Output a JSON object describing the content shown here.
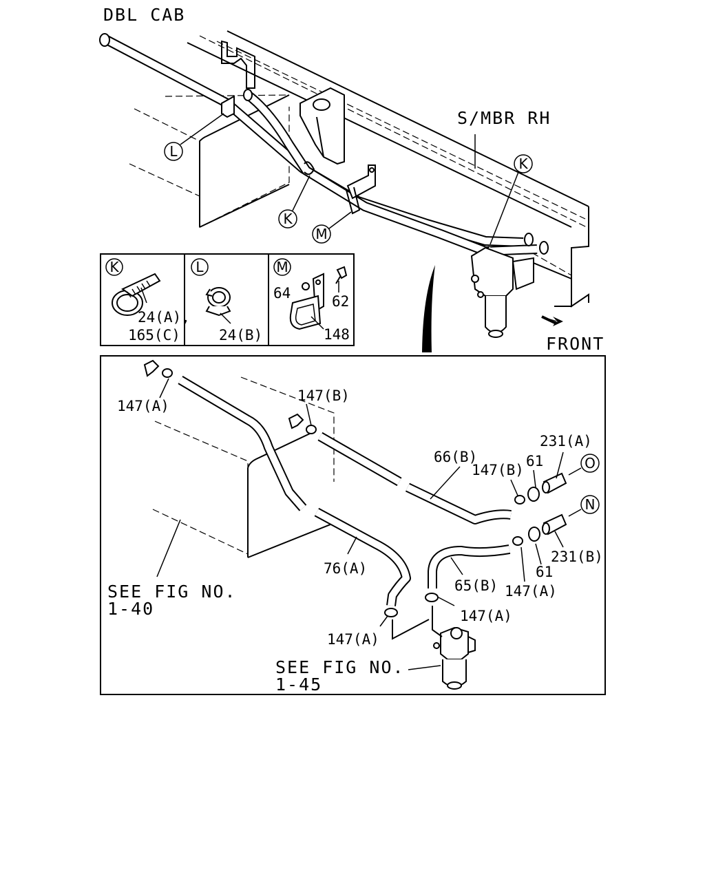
{
  "labels": {
    "dbl_cab": "DBL CAB",
    "smbr_rh": "S/MBR RH",
    "front": "FRONT",
    "see_fig_40_a": "SEE FIG NO.",
    "see_fig_40_b": "1-40",
    "see_fig_45_a": "SEE FIG NO.",
    "see_fig_45_b": "1-45"
  },
  "callouts": {
    "K": "K",
    "L": "L",
    "M": "M",
    "N": "N",
    "O": "O"
  },
  "detail_panels": {
    "k_part_a": "24(A),",
    "k_part_b": "165(C)",
    "l_part": "24(B)",
    "m_part_64": "64",
    "m_part_62": "62",
    "m_part_148": "148"
  },
  "parts": {
    "p147a_1": "147(A)",
    "p147b_1": "147(B)",
    "p66b": "66(B)",
    "p147b_2": "147(B)",
    "p61_1": "61",
    "p231a": "231(A)",
    "p231b": "231(B)",
    "p61_2": "61",
    "p147a_2": "147(A)",
    "p65b": "65(B)",
    "p76a": "76(A)",
    "p147a_3": "147(A)",
    "p147a_4": "147(A)"
  }
}
